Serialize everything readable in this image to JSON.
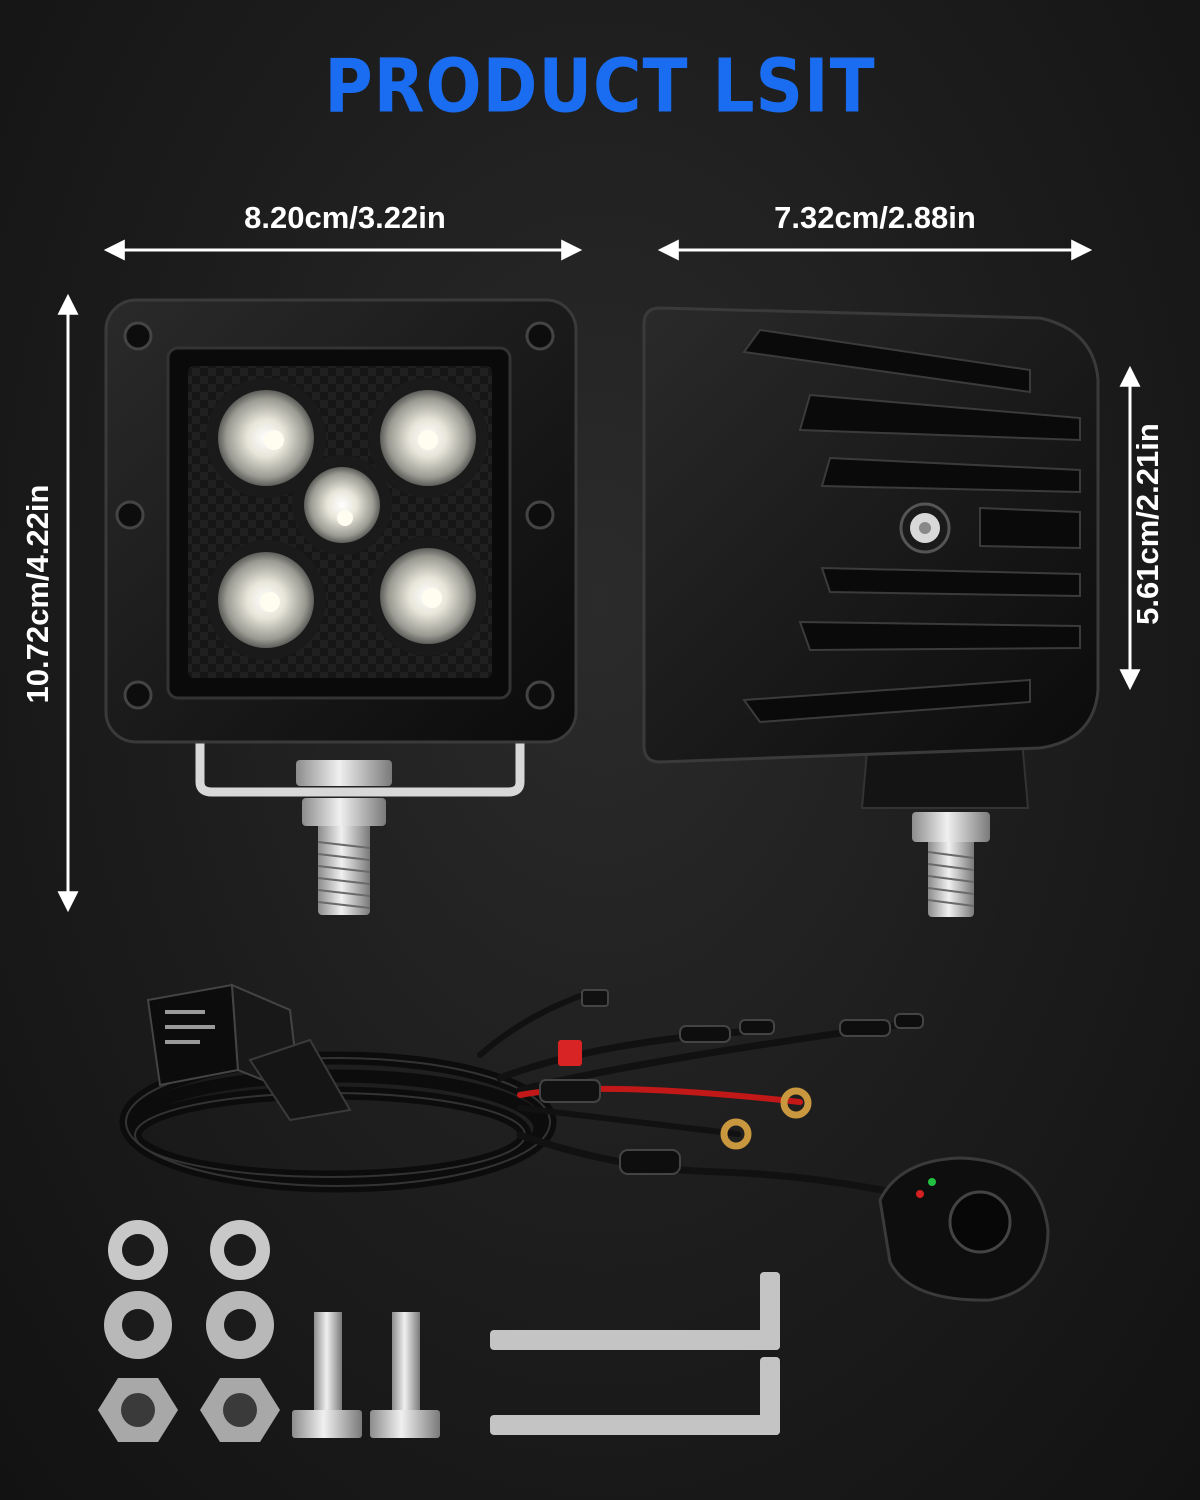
{
  "title": "PRODUCT LSIT",
  "dimensions": {
    "front_width": "8.20cm/3.22in",
    "side_width": "7.32cm/2.88in",
    "front_height": "10.72cm/4.22in",
    "side_height": "5.61cm/2.21in"
  },
  "colors": {
    "title": "#1a6cf0",
    "background": "#1c1c1c",
    "dimension_text": "#ffffff"
  },
  "items": [
    {
      "name": "front-light"
    },
    {
      "name": "side-light"
    },
    {
      "name": "wiring-harness"
    },
    {
      "name": "switch"
    },
    {
      "name": "hardware-kit"
    }
  ]
}
